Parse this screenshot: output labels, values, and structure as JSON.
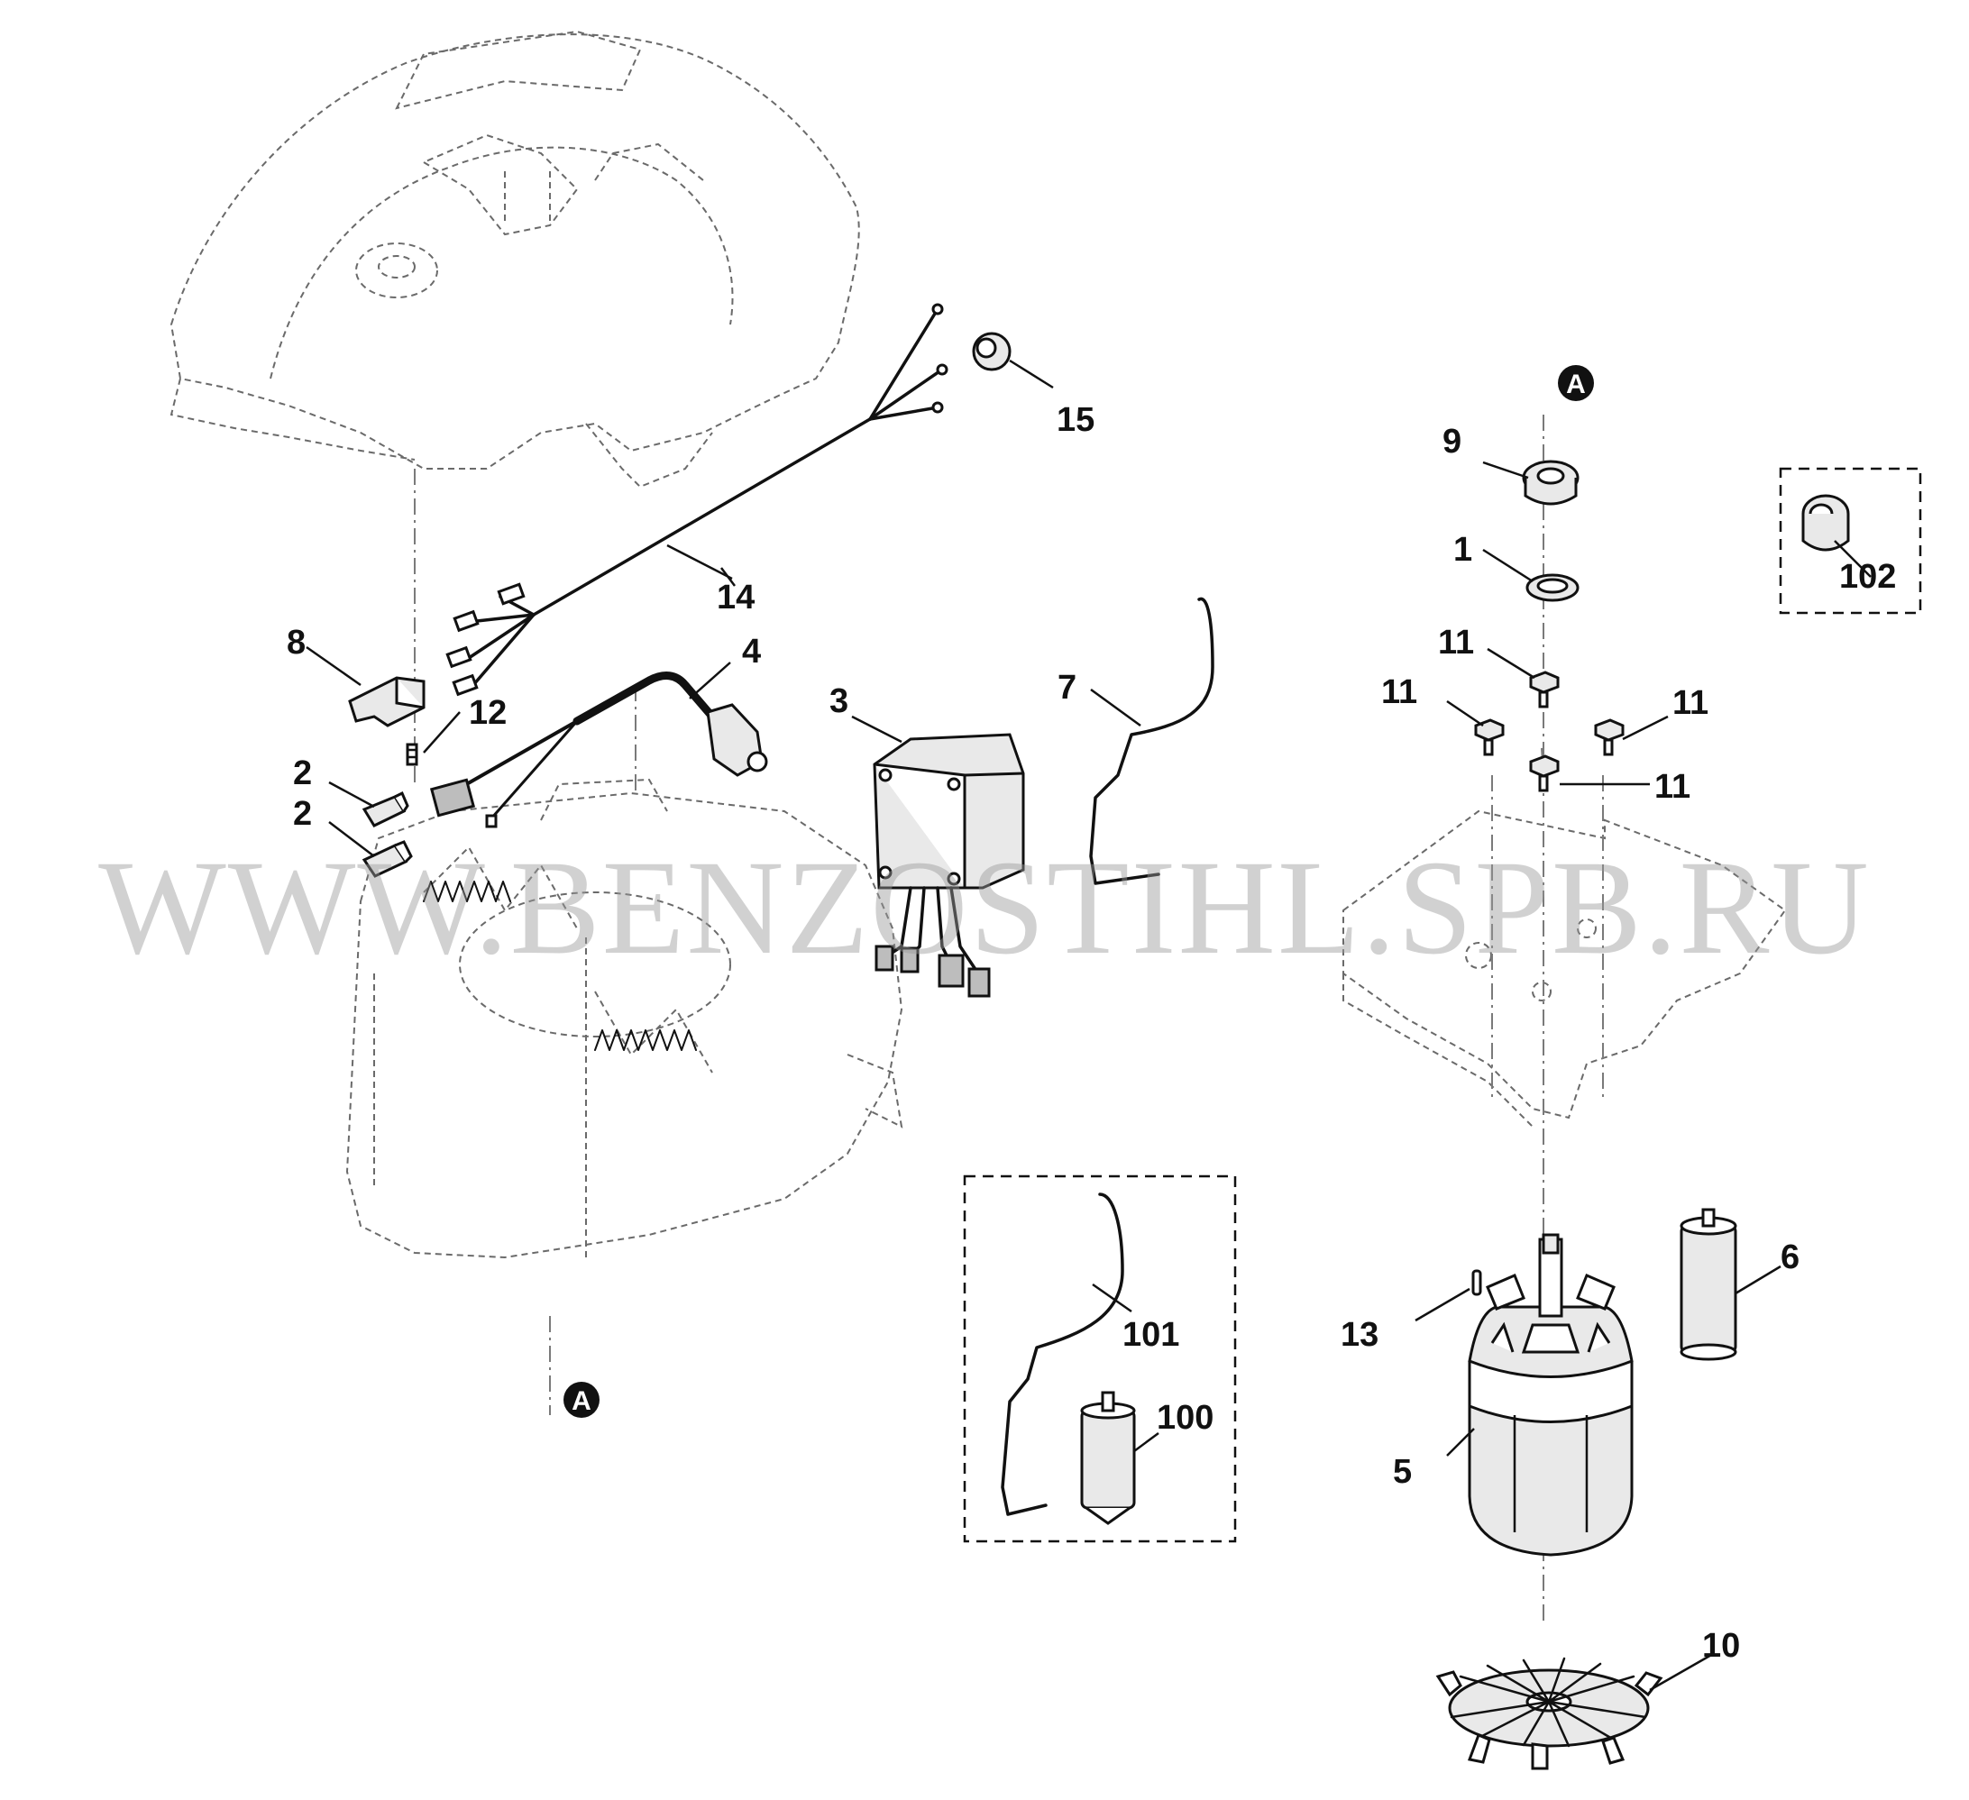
{
  "watermark": "WWW.BENZOSTIHL.SPB.RU",
  "reference_marker": "A",
  "callouts": {
    "p1": "1",
    "p2a": "2",
    "p2b": "2",
    "p3": "3",
    "p4": "4",
    "p5": "5",
    "p6": "6",
    "p7": "7",
    "p8": "8",
    "p9": "9",
    "p10": "10",
    "p11a": "11",
    "p11b": "11",
    "p11c": "11",
    "p11d": "11",
    "p12": "12",
    "p13": "13",
    "p14": "14",
    "p15": "15",
    "p100": "100",
    "p101": "101",
    "p102": "102"
  }
}
